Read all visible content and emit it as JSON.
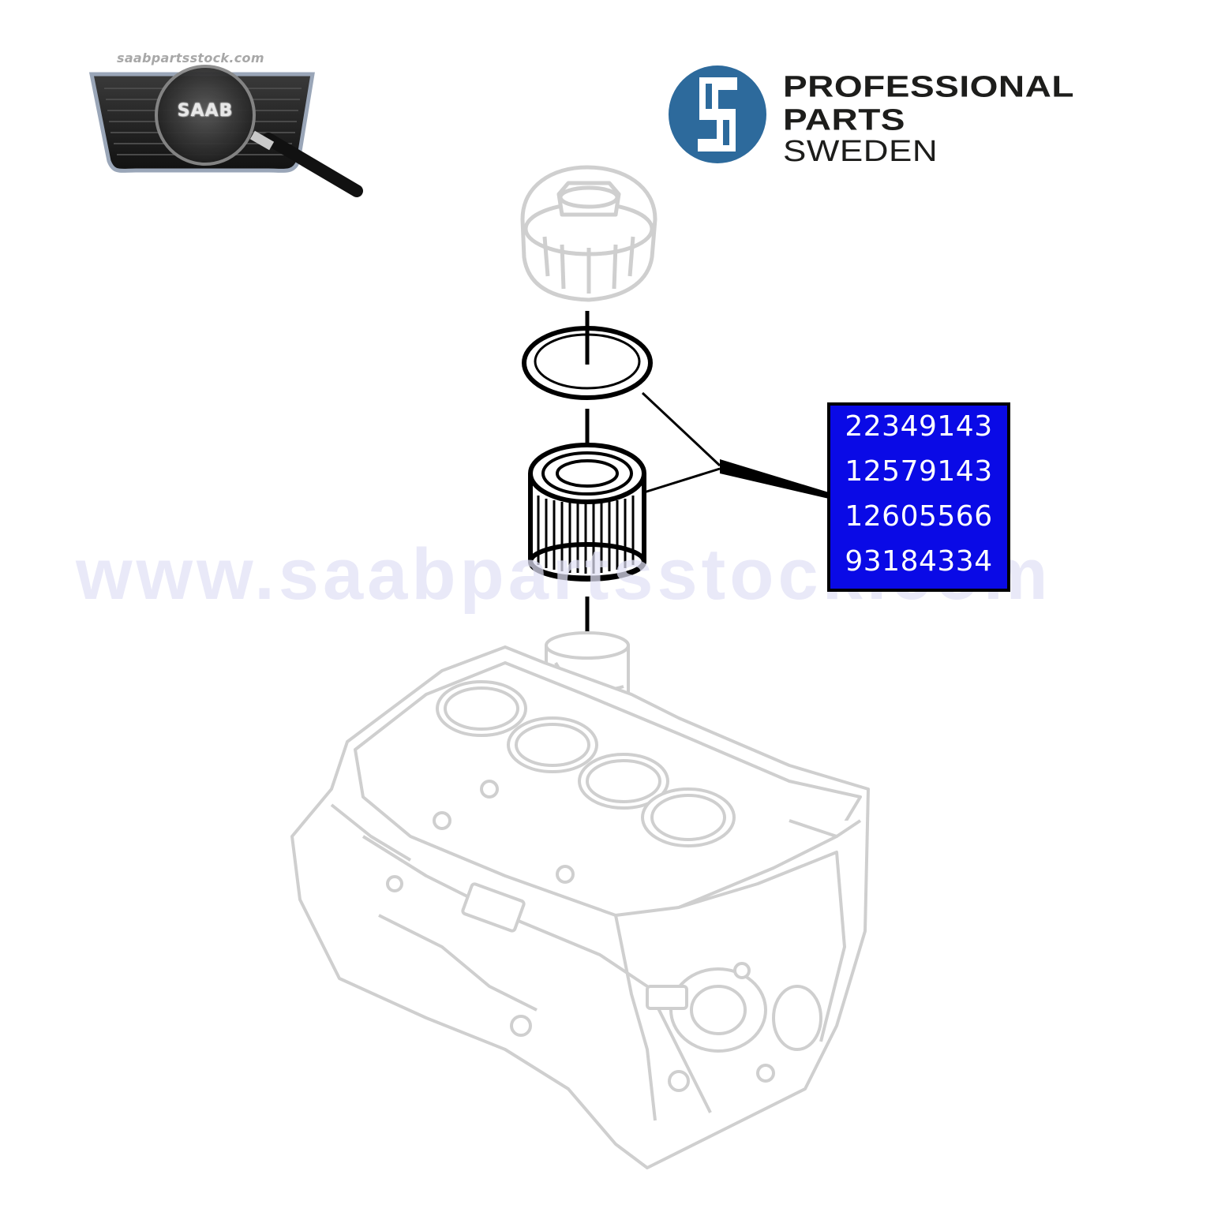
{
  "logos": {
    "saab": {
      "url_text": "saabpartsstock.com",
      "word": "SAAB"
    },
    "professional_parts": {
      "line1": "PROFESSIONAL",
      "line2": "PARTS",
      "line3": "SWEDEN",
      "brand_color": "#2d6a9c"
    }
  },
  "watermark": {
    "text": "www.saabpartsstock.com"
  },
  "parts": {
    "numbers": [
      "22349143",
      "12579143",
      "12605566",
      "93184334"
    ],
    "box_color": "#0a0ae6"
  },
  "diagram": {
    "components": [
      "oil-filter-cap",
      "o-ring-seal",
      "oil-filter-element",
      "filter-housing",
      "engine-block"
    ]
  }
}
